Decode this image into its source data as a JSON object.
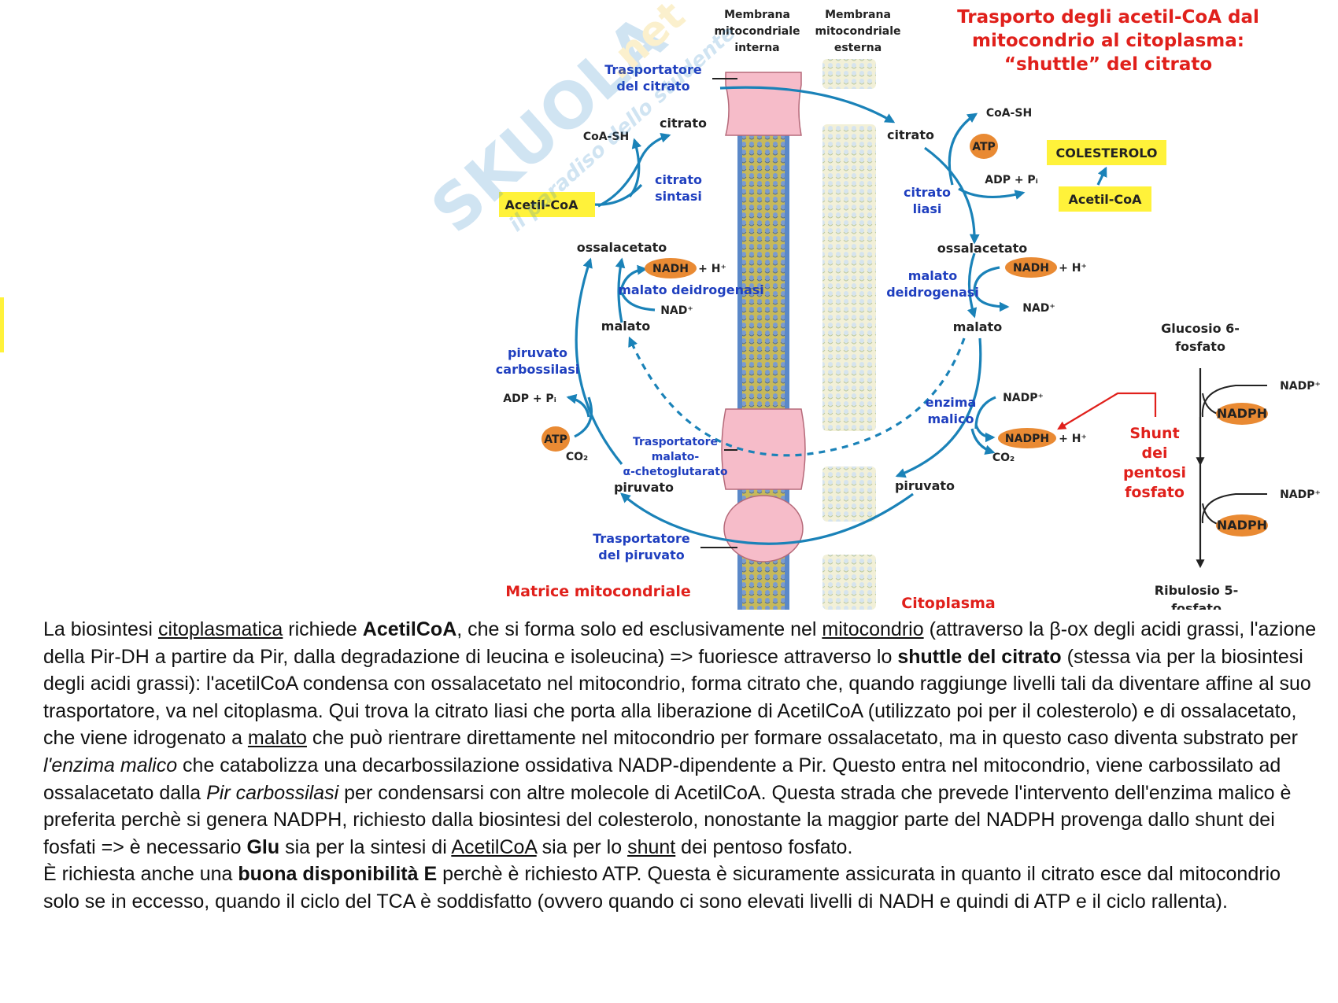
{
  "diagram": {
    "title_lines": [
      "Trasporto degli acetil-CoA dal",
      "mitocondrio al citoplasma:",
      "“shuttle” del citrato"
    ],
    "membrana_interna": [
      "Membrana",
      "mitocondriale",
      "interna"
    ],
    "membrana_esterna": [
      "Membrana",
      "mitocondriale",
      "esterna"
    ],
    "trasportatore_citrato": [
      "Trasportatore",
      "del citrato"
    ],
    "trasportatore_malato": [
      "Trasportatore",
      "malato-",
      "α-chetoglutarato"
    ],
    "trasportatore_piruvato": [
      "Trasportatore",
      "del piruvato"
    ],
    "matrice": "Matrice mitocondriale",
    "citoplasma": "Citoplasma",
    "left": {
      "citrato": "citrato",
      "coa_sh": "CoA-SH",
      "citrato_sintasi": [
        "citrato",
        "sintasi"
      ],
      "acetil_coa": "Acetil-CoA",
      "ossalacetato": "ossalacetato",
      "nadh": "NADH",
      "h_plus": "+ H⁺",
      "malato_deidrogenasi": "malato deidrogenasi",
      "nad_plus": "NAD⁺",
      "malato": "malato",
      "piruvato_carbossilasi": [
        "piruvato",
        "carbossilasi"
      ],
      "adp_pi": "ADP + Pᵢ",
      "atp": "ATP",
      "co2": "CO₂",
      "piruvato": "piruvato"
    },
    "right": {
      "citrato": "citrato",
      "coa_sh": "CoA-SH",
      "atp": "ATP",
      "adp_pi": "ADP + Pᵢ",
      "colesterolo": "COLESTEROLO",
      "acetil_coa": "Acetil-CoA",
      "citrato_liasi": [
        "citrato",
        "liasi"
      ],
      "ossalacetato": "ossalacetato",
      "nadh": "NADH",
      "h_plus": "+ H⁺",
      "malato_deidrogenasi": [
        "malato",
        "deidrogenasi"
      ],
      "nad_plus": "NAD⁺",
      "malato": "malato",
      "nadp_plus": "NADP⁺",
      "enzima_malico": [
        "enzima",
        "malico"
      ],
      "nadph": "NADPH",
      "co2": "CO₂",
      "piruvato": "piruvato"
    },
    "pentose": {
      "glucosio": [
        "Glucosio 6-",
        "fosfato"
      ],
      "shunt": [
        "Shunt",
        "dei",
        "pentosi",
        "fosfato"
      ],
      "nadp_plus_1": "NADP⁺",
      "nadph_1": "NADPH",
      "nadp_plus_2": "NADP⁺",
      "nadph_2": "NADPH",
      "ribulosio": [
        "Ribulosio 5-",
        "fosfato"
      ]
    },
    "watermark": {
      "brand": "SKUOLA",
      "net": ".net",
      "tagline": "il paradiso dello studente"
    }
  },
  "text": {
    "p1": {
      "s1": "La biosintesi ",
      "u1": "citoplasmatica",
      "s2": " richiede ",
      "b1": "AcetilCoA",
      "s3": ", che si forma solo ed esclusivamente nel ",
      "u2": "mitocondrio",
      "s4": " (attraverso la β-ox degli acidi grassi, l'azione della Pir-DH a partire da Pir, dalla degradazione di leucina e isoleucina) => fuoriesce attraverso lo ",
      "b2": "shuttle del citrato",
      "s5": " (stessa via per la biosintesi degli acidi grassi): l'acetilCoA condensa con ossalacetato nel mitocondrio, forma citrato che, quando raggiunge livelli tali da diventare affine al suo trasportatore, va nel citoplasma. Qui trova la citrato liasi che porta alla liberazione di AcetilCoA (utilizzato poi per il colesterolo) e di ossalacetato, che viene idrogenato a ",
      "u3": "malato",
      "s6": " che può rientrare direttamente nel mitocondrio per formare ossalacetato, ma in questo caso diventa substrato per ",
      "i1": "l'enzima malico",
      "s7": " che catabolizza una decarbossilazione ossidativa NADP-dipendente a Pir. Questo entra nel mitocondrio, viene carbossilato ad ossalacetato dalla ",
      "i2": "Pir carbossilasi",
      "s8": " per condensarsi con altre molecole di AcetilCoA. Questa strada che prevede l'intervento dell'enzima malico è preferita perchè si genera NADPH, richiesto dalla biosintesi del colesterolo, nonostante la maggior parte del NADPH provenga dallo shunt dei fosfati => è necessario ",
      "b3": "Glu",
      "s9": " sia per la sintesi di ",
      "u4": "AcetilCoA",
      "s10": " sia per lo ",
      "u5": "shunt",
      "s11": " dei pentoso fosfato."
    },
    "p2": {
      "s1": "È richiesta anche una ",
      "b1": "buona disponibilità E",
      "s2": " perchè è richiesto ATP. Questa è  sicuramente assicurata in quanto il citrato esce dal mitocondrio solo se in eccesso, quando il ciclo del TCA è soddisfatto (ovvero quando ci sono elevati livelli di NADH  e quindi di ATP e il ciclo rallenta)."
    }
  }
}
